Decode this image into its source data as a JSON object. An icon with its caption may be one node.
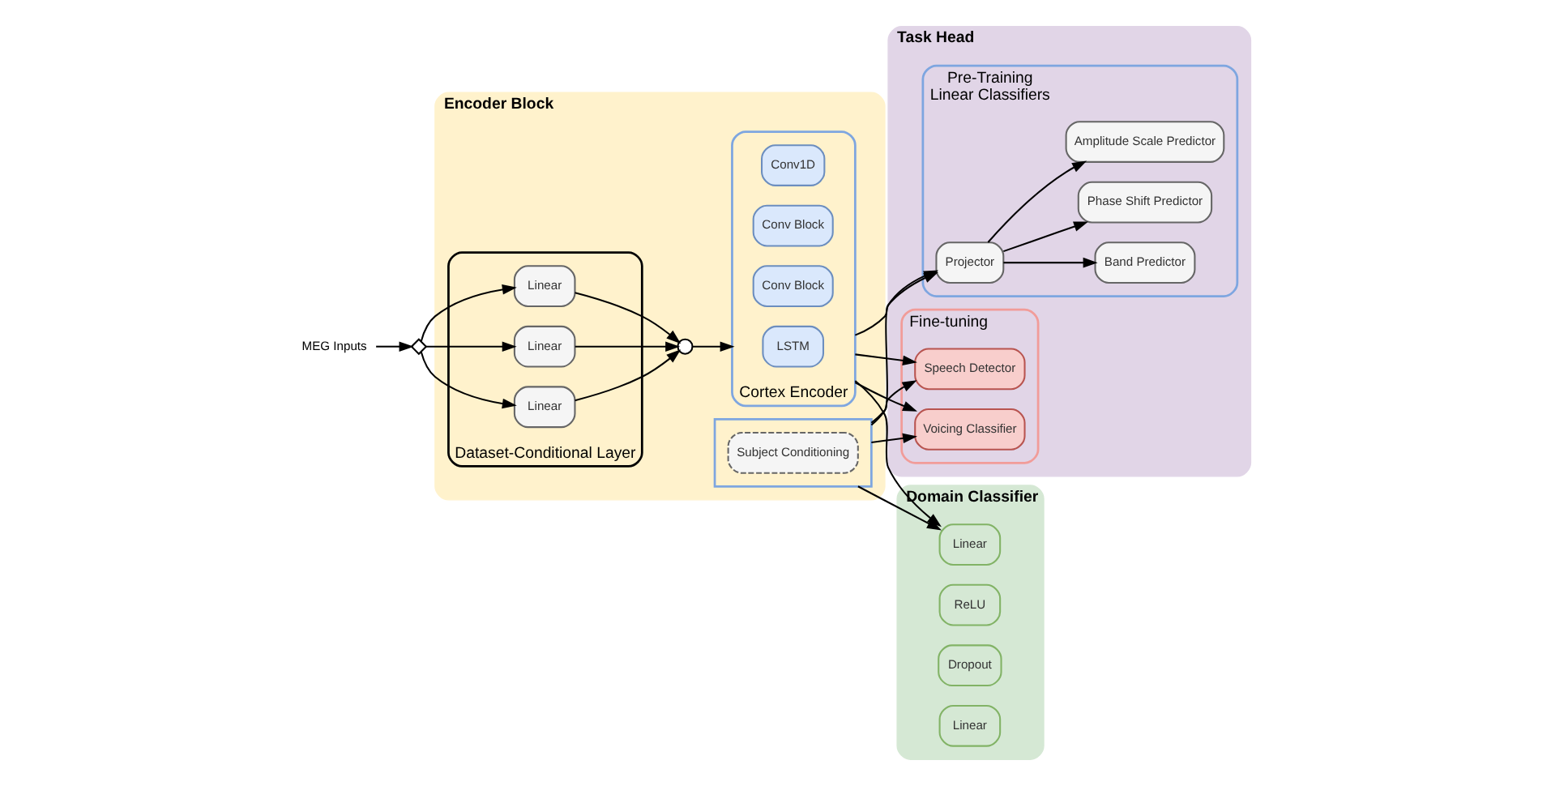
{
  "diagram": {
    "nodes": [
      {
        "text": [
          "Encoder Block"
        ]
      },
      {
        "text": [
          "MEG Inputs"
        ]
      },
      {
        "text": [],
        "shape": "diamond"
      },
      {
        "text": [
          "Dataset-Conditional Layer"
        ],
        "in": 0
      },
      {
        "text": [
          "Linear"
        ],
        "in": 3
      },
      {
        "text": [
          "Linear"
        ],
        "in": 3
      },
      {
        "text": [
          "Linear"
        ],
        "in": 3
      },
      {
        "text": [],
        "shape": "circle",
        "in": 0
      },
      {
        "text": [
          "Cortex Encoder"
        ],
        "in": 0
      },
      {
        "text": [
          "Conv1D"
        ],
        "in": 8
      },
      {
        "text": [
          "Conv Block"
        ],
        "in": 8
      },
      {
        "text": [
          "Conv Block"
        ],
        "in": 8
      },
      {
        "text": [
          "LSTM"
        ],
        "in": 8
      },
      {
        "text": [],
        "shape": "box",
        "in": 0
      },
      {
        "text": [
          "Subject Conditioning"
        ],
        "in": 13
      },
      {
        "text": [
          "Task Head"
        ]
      },
      {
        "text": [
          "Pre-Training",
          "Linear Classifiers"
        ],
        "in": 15
      },
      {
        "text": [
          "Projector"
        ],
        "in": 16
      },
      {
        "text": [
          "Band Predictor"
        ],
        "in": 16
      },
      {
        "text": [
          "Phase Shift Predictor"
        ],
        "in": 16
      },
      {
        "text": [
          "Amplitude Scale Predictor"
        ],
        "in": 16
      },
      {
        "text": [
          "Fine-tuning"
        ],
        "in": 15
      },
      {
        "text": [
          "Speech Detector"
        ],
        "in": 21
      },
      {
        "text": [
          "Voicing Classifier"
        ],
        "in": 21
      },
      {
        "text": [
          "Domain Classifier"
        ]
      },
      {
        "text": [
          "Linear"
        ],
        "in": 24
      },
      {
        "text": [
          "ReLU"
        ],
        "in": 24
      },
      {
        "text": [
          "Dropout"
        ],
        "in": 24
      },
      {
        "text": [
          "Linear"
        ],
        "in": 24
      }
    ],
    "edges": [
      {
        "from": 1,
        "to": 2,
        "arrow": "to"
      },
      {
        "from": 2,
        "to": 4,
        "arrow": "to"
      },
      {
        "from": 2,
        "to": 5,
        "arrow": "to"
      },
      {
        "from": 2,
        "to": 6,
        "arrow": "to"
      },
      {
        "from": 4,
        "to": 7,
        "arrow": "to"
      },
      {
        "from": 5,
        "to": 7,
        "arrow": "to"
      },
      {
        "from": 6,
        "to": 7,
        "arrow": "to"
      },
      {
        "from": 7,
        "to": 8,
        "arrow": "to"
      },
      {
        "from": 8,
        "to": 17,
        "arrow": "to"
      },
      {
        "from": 8,
        "to": 22,
        "arrow": "to"
      },
      {
        "from": 8,
        "to": 23,
        "arrow": "to"
      },
      {
        "from": 8,
        "to": 25,
        "arrow": "to"
      },
      {
        "from": 13,
        "to": 17,
        "arrow": "to"
      },
      {
        "from": 13,
        "to": 22,
        "arrow": "to"
      },
      {
        "from": 13,
        "to": 23,
        "arrow": "to"
      },
      {
        "from": 13,
        "to": 25,
        "arrow": "to"
      },
      {
        "from": 17,
        "to": 18,
        "arrow": "to"
      },
      {
        "from": 17,
        "to": 19,
        "arrow": "to"
      },
      {
        "from": 17,
        "to": 20,
        "arrow": "to"
      }
    ]
  }
}
